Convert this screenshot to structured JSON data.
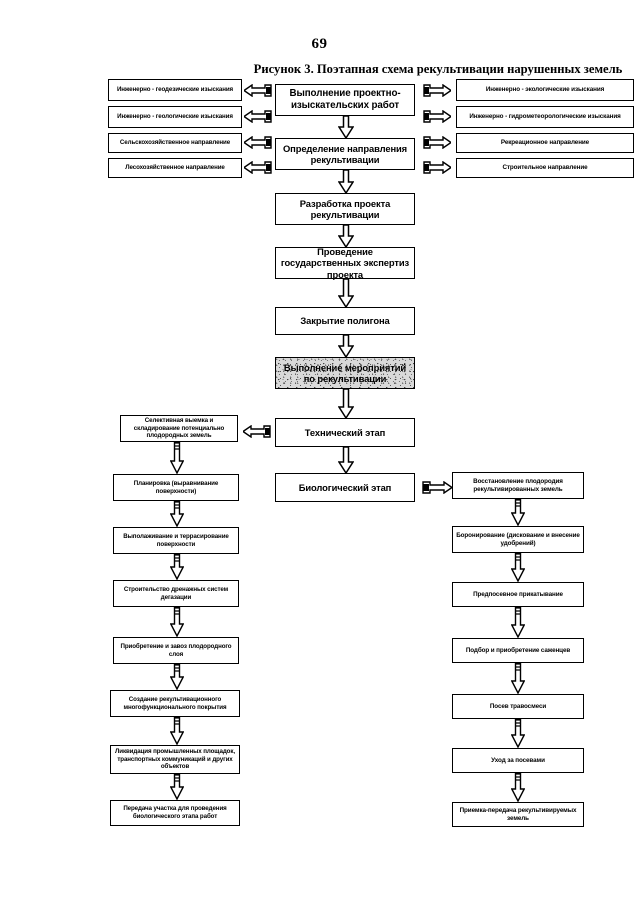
{
  "document": {
    "page_number": "69",
    "figure_caption": "Рисунок 3. Поэтапная схема рекультивации нарушенных земель"
  },
  "diagram": {
    "type": "flowchart",
    "center_column": [
      {
        "id": "c1",
        "label": "Выполнение проектно-изыскательских работ"
      },
      {
        "id": "c2",
        "label": "Определение направления рекультивации"
      },
      {
        "id": "c3",
        "label": "Разработка проекта рекультивации"
      },
      {
        "id": "c4",
        "label": "Проведение государственных экспертиз проекта"
      },
      {
        "id": "c5",
        "label": "Закрытие полигона"
      },
      {
        "id": "c6",
        "label": "Выполнение мероприятий по рекультивации",
        "shaded": true
      },
      {
        "id": "c7",
        "label": "Технический этап"
      },
      {
        "id": "c8",
        "label": "Биологический этап"
      }
    ],
    "left_top_boxes": [
      {
        "id": "lt1",
        "label": "Инженерно - геодезические изыскания"
      },
      {
        "id": "lt2",
        "label": "Инженерно - геологические изыскания"
      },
      {
        "id": "lt3",
        "label": "Сельскохозяйственное направление"
      },
      {
        "id": "lt4",
        "label": "Лесохозяйственное направление"
      }
    ],
    "right_top_boxes": [
      {
        "id": "rt1",
        "label": "Инженерно - экологические изыскания"
      },
      {
        "id": "rt2",
        "label": "Инженерно - гидрометеорологические изыскания"
      },
      {
        "id": "rt3",
        "label": "Рекреационное направление"
      },
      {
        "id": "rt4",
        "label": "Строительное направление"
      }
    ],
    "left_chain": [
      {
        "id": "l1",
        "label": "Селективная выемка и складирование потенциально плодородных земель"
      },
      {
        "id": "l2",
        "label": "Планировка (выравнивание поверхности)"
      },
      {
        "id": "l3",
        "label": "Выполаживание и террасирование поверхности"
      },
      {
        "id": "l4",
        "label": "Строительство дренажных систем дегазации"
      },
      {
        "id": "l5",
        "label": "Приобретение и завоз плодородного слоя"
      },
      {
        "id": "l6",
        "label": "Создание рекультивационного многофункционального покрытия"
      },
      {
        "id": "l7",
        "label": "Ликвидация промышленных площадок, транспортных коммуникаций и других объектов"
      },
      {
        "id": "l8",
        "label": "Передача участка для проведения биологического этапа работ"
      }
    ],
    "right_chain": [
      {
        "id": "r1",
        "label": "Восстановление плодородия рекультивированных земель"
      },
      {
        "id": "r2",
        "label": "Боронирование (дискование и внесение удобрений)"
      },
      {
        "id": "r3",
        "label": "Предпосевное прикатывание"
      },
      {
        "id": "r4",
        "label": "Подбор и приобретение саженцев"
      },
      {
        "id": "r5",
        "label": "Посев травосмеси"
      },
      {
        "id": "r6",
        "label": "Уход за посевами"
      },
      {
        "id": "r7",
        "label": "Приемка-передача рекультивируемых земель"
      }
    ],
    "colors": {
      "stroke": "#000000",
      "background": "#ffffff",
      "shaded_fill": "#d9d9d9"
    }
  }
}
